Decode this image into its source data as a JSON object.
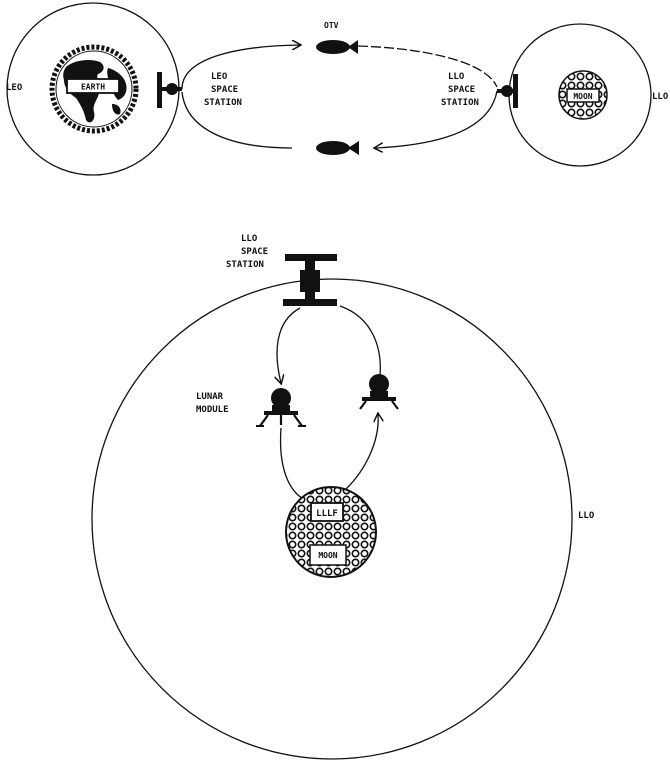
{
  "top": {
    "leo_label": "LEO",
    "earth_label": "EARTH",
    "leo_station_label": [
      "LEO",
      "SPACE",
      "STATION"
    ],
    "otv_label": "OTV",
    "llo_station_label": [
      "LLO",
      "SPACE",
      "STATION"
    ],
    "moon_label": "MOON",
    "llo_label": "LLO"
  },
  "bottom": {
    "llo_station_label": [
      "LLO",
      "SPACE",
      "STATION"
    ],
    "lunar_module_label": [
      "LUNAR",
      "MODULE"
    ],
    "lllf_label": "LLLF",
    "moon_label": "MOON",
    "llo_label": "LLO"
  },
  "colors": {
    "ink": "#111111",
    "background": "#ffffff"
  }
}
